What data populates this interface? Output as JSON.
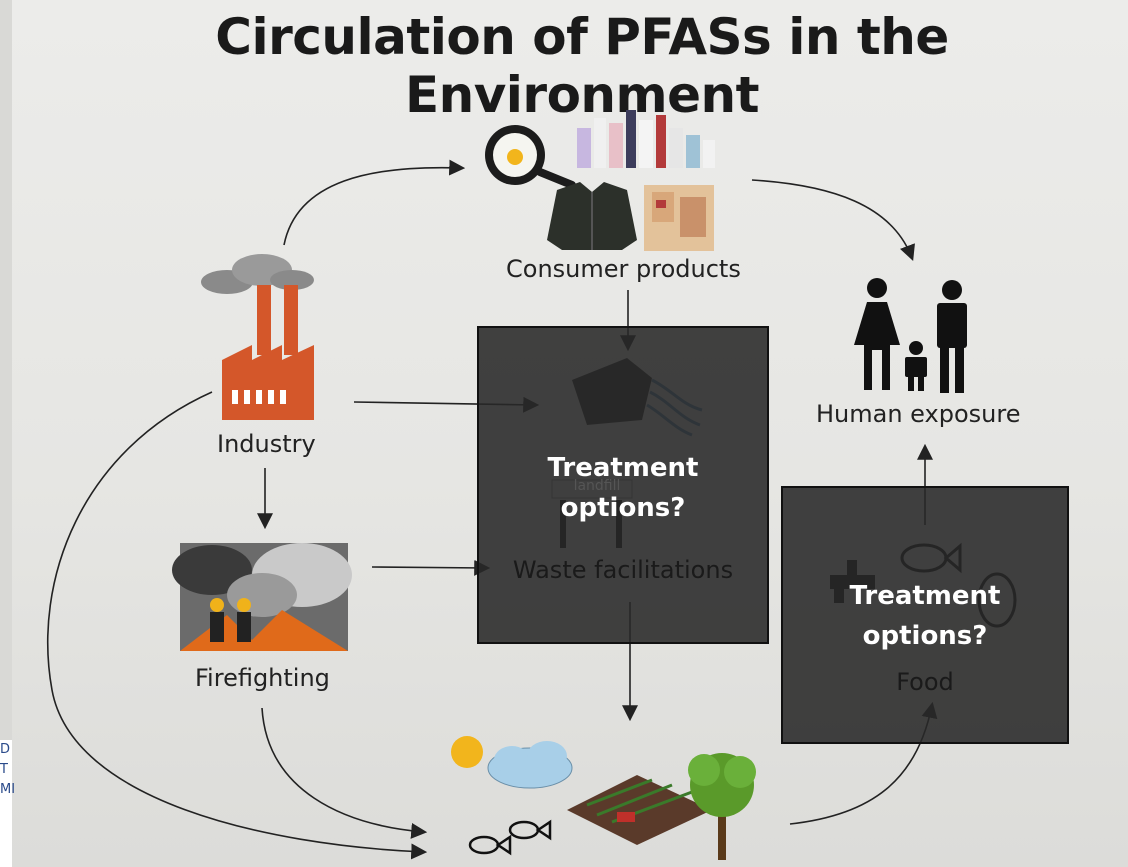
{
  "slide": {
    "title": "Circulation of PFASs in the Environment"
  },
  "nodes": {
    "consumer_products": "Consumer products",
    "industry": "Industry",
    "firefighting": "Firefighting",
    "human_exposure": "Human exposure",
    "waste_facilitations": "Waste facilitations",
    "landfill": "landfill",
    "food": "Food"
  },
  "boxes": {
    "waste_treatment": {
      "line1": "Treatment",
      "line2": "options?"
    },
    "food_treatment": {
      "line1": "Treatment",
      "line2": "options?"
    }
  },
  "edge_fragments": [
    "D",
    "T",
    "MI"
  ],
  "colors": {
    "background": "#e8e8e5",
    "dark_box": "#282828",
    "factory": "#d4572a",
    "sun": "#f2b51c",
    "cloud": "#a8cfe8",
    "tree": "#5a9a2a"
  }
}
